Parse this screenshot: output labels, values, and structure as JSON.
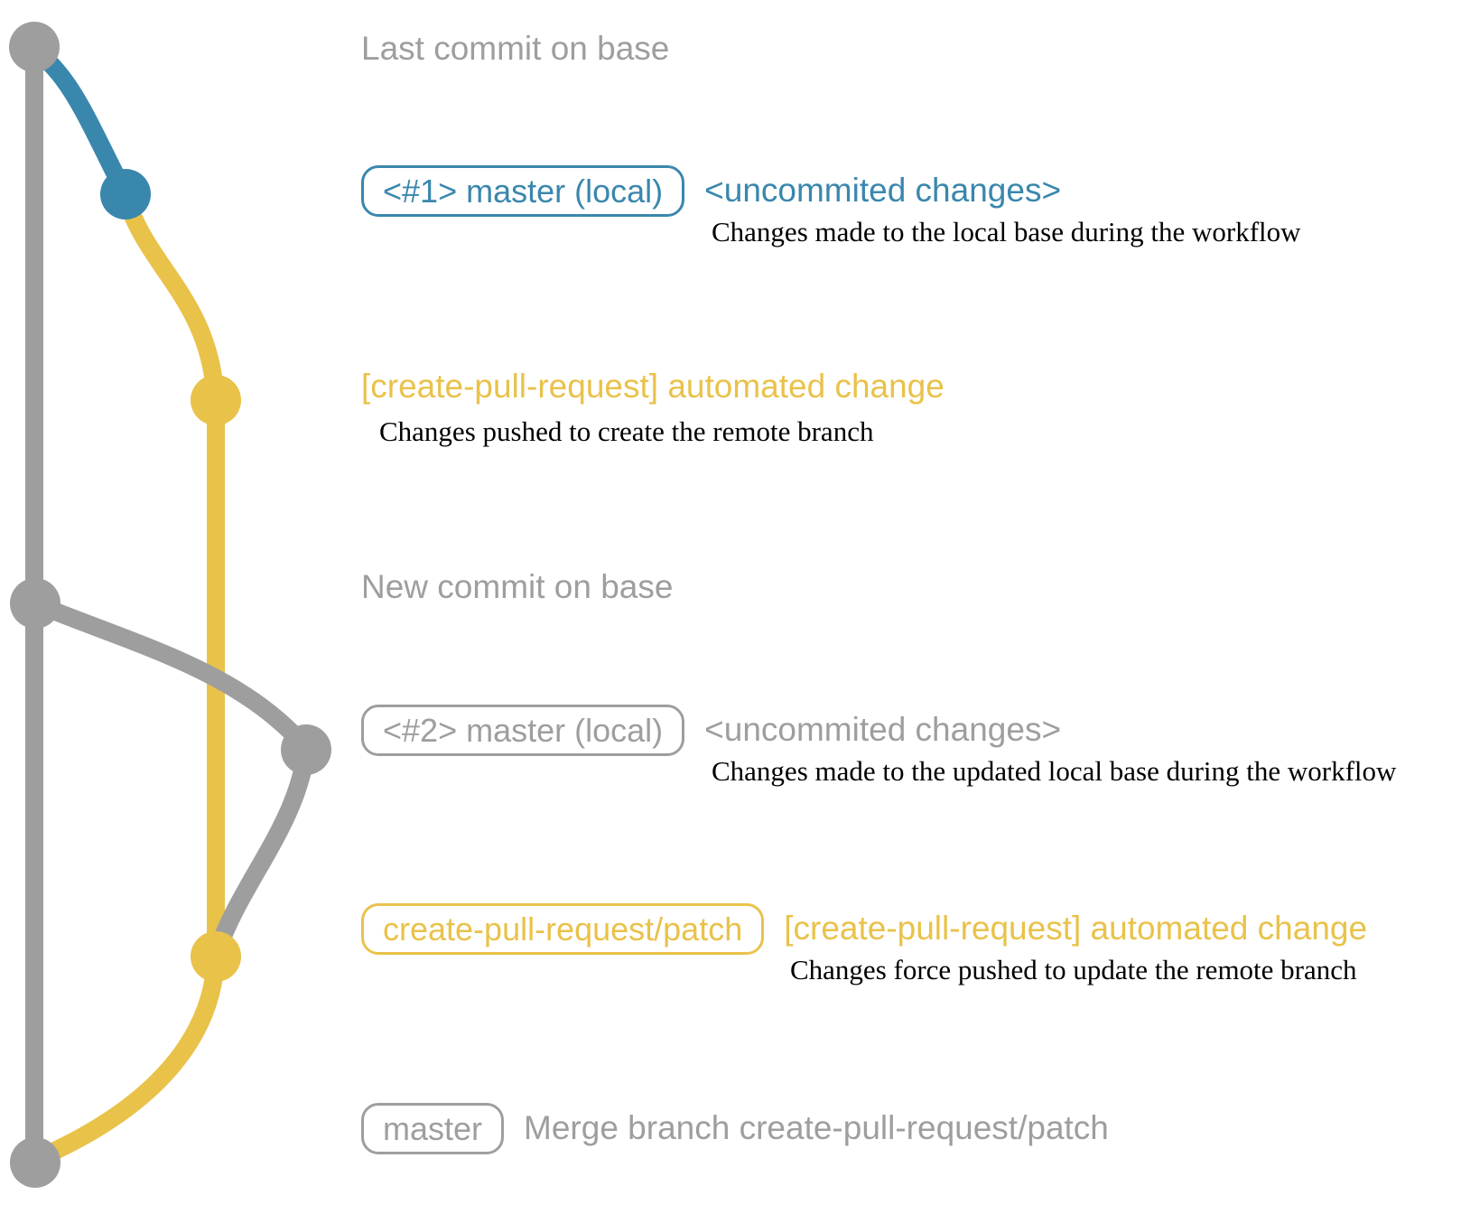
{
  "colors": {
    "background": "#ffffff",
    "gray": "#9e9e9e",
    "blue": "#3a87ad",
    "yellow": "#e9c24a",
    "text": "#000000"
  },
  "graph": {
    "commits": [
      {
        "name": "last-commit-on-base",
        "color": "gray"
      },
      {
        "name": "local-commit-1",
        "color": "blue"
      },
      {
        "name": "remote-branch-commit-1",
        "color": "yellow"
      },
      {
        "name": "new-commit-on-base",
        "color": "gray"
      },
      {
        "name": "local-commit-2",
        "color": "gray"
      },
      {
        "name": "remote-branch-commit-2",
        "color": "yellow"
      },
      {
        "name": "merge-commit",
        "color": "gray"
      }
    ]
  },
  "annotations": {
    "last_commit_label": "Last commit on base",
    "row1": {
      "badge": "<#1> master (local)",
      "title": "<uncommited changes>",
      "desc": "Changes made to the local base during the workflow"
    },
    "row2": {
      "title": "[create-pull-request] automated change",
      "desc": "Changes pushed to create the remote branch"
    },
    "new_commit_label": "New commit on base",
    "row3": {
      "badge": "<#2> master (local)",
      "title": "<uncommited changes>",
      "desc": "Changes made to the updated local base during the workflow"
    },
    "row4": {
      "badge": "create-pull-request/patch",
      "title": "[create-pull-request] automated change",
      "desc": "Changes force pushed to update the remote branch"
    },
    "row5": {
      "badge": "master",
      "title": "Merge branch create-pull-request/patch"
    }
  }
}
